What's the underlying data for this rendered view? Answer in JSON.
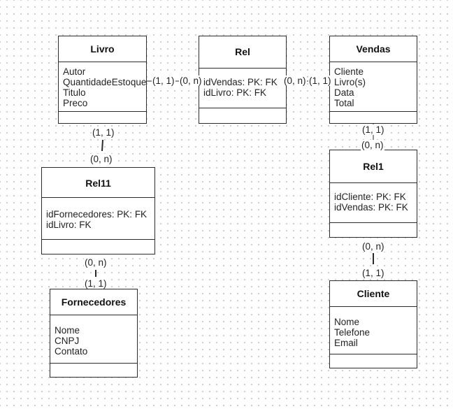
{
  "entities": {
    "livro": {
      "title": "Livro",
      "attrs": [
        "Autor",
        "QuantidadeEstoque",
        "Titulo",
        "Preco"
      ]
    },
    "rel": {
      "title": "Rel",
      "attrs": [
        "idVendas: PK: FK",
        "idLivro: PK: FK"
      ]
    },
    "vendas": {
      "title": "Vendas",
      "attrs": [
        "Cliente",
        "Livro(s)",
        "Data",
        "Total"
      ]
    },
    "rel11": {
      "title": "Rel11",
      "attrs": [
        "idFornecedores: PK: FK",
        "idLivro: FK"
      ]
    },
    "rel1": {
      "title": "Rel1",
      "attrs": [
        "idCliente: PK: FK",
        "idVendas: PK: FK"
      ]
    },
    "fornecedores": {
      "title": "Fornecedores",
      "attrs": [
        "Nome",
        "CNPJ",
        "Contato"
      ]
    },
    "cliente": {
      "title": "Cliente",
      "attrs": [
        "Nome",
        "Telefone",
        "Email"
      ]
    }
  },
  "cardinalities": {
    "livro_rel_a": "(1, 1)",
    "livro_rel_b": "(0, n)",
    "rel_vendas_a": "(0, n)",
    "rel_vendas_b": "(1, 1)",
    "livro_rel11_a": "(1, 1)",
    "livro_rel11_b": "(0, n)",
    "vendas_rel1_a": "(1, 1)",
    "vendas_rel1_b": "(0, n)",
    "rel11_forn_a": "(0, n)",
    "rel11_forn_b": "(1, 1)",
    "rel1_cliente_a": "(0, n)",
    "rel1_cliente_b": "(1, 1)"
  },
  "colors": {
    "line": "#2b2b2b",
    "grid_dot": "#c9c9c9"
  }
}
